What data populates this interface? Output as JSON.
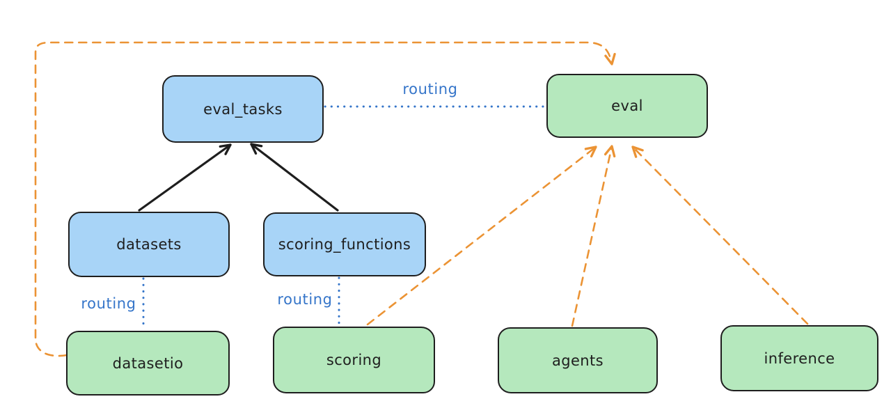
{
  "diagram": {
    "background": "#ffffff",
    "nodes": {
      "eval_tasks": {
        "label": "eval_tasks",
        "fill": "blue"
      },
      "eval": {
        "label": "eval",
        "fill": "green"
      },
      "datasets": {
        "label": "datasets",
        "fill": "blue"
      },
      "scoring_functions": {
        "label": "scoring_functions",
        "fill": "blue"
      },
      "datasetio": {
        "label": "datasetio",
        "fill": "green"
      },
      "scoring": {
        "label": "scoring",
        "fill": "green"
      },
      "agents": {
        "label": "agents",
        "fill": "green"
      },
      "inference": {
        "label": "inference",
        "fill": "green"
      }
    },
    "edge_labels": {
      "eval_tasks_eval": "routing",
      "datasets_datasetio": "routing",
      "scoring_functions_scoring": "routing"
    },
    "edges": [
      {
        "from": "datasets",
        "to": "eval_tasks",
        "style": "solid",
        "color": "black",
        "arrow": true,
        "label": ""
      },
      {
        "from": "scoring_functions",
        "to": "eval_tasks",
        "style": "solid",
        "color": "black",
        "arrow": true,
        "label": ""
      },
      {
        "from": "eval_tasks",
        "to": "eval",
        "style": "dotted",
        "color": "blue",
        "arrow": false,
        "label": "routing"
      },
      {
        "from": "datasets",
        "to": "datasetio",
        "style": "dotted",
        "color": "blue",
        "arrow": false,
        "label": "routing"
      },
      {
        "from": "scoring_functions",
        "to": "scoring",
        "style": "dotted",
        "color": "blue",
        "arrow": false,
        "label": "routing"
      },
      {
        "from": "datasetio",
        "to": "eval",
        "style": "dashed",
        "color": "orange",
        "arrow": true,
        "label": ""
      },
      {
        "from": "scoring",
        "to": "eval",
        "style": "dashed",
        "color": "orange",
        "arrow": true,
        "label": ""
      },
      {
        "from": "agents",
        "to": "eval",
        "style": "dashed",
        "color": "orange",
        "arrow": true,
        "label": ""
      },
      {
        "from": "inference",
        "to": "eval",
        "style": "dashed",
        "color": "orange",
        "arrow": true,
        "label": ""
      }
    ],
    "colors": {
      "node_blue_fill": "#a8d4f7",
      "node_green_fill": "#b5e8bd",
      "node_border": "#1e1e1e",
      "routing_blue": "#3575c9",
      "provider_orange": "#eb9334",
      "arrow_black": "#1e1e1e"
    }
  }
}
